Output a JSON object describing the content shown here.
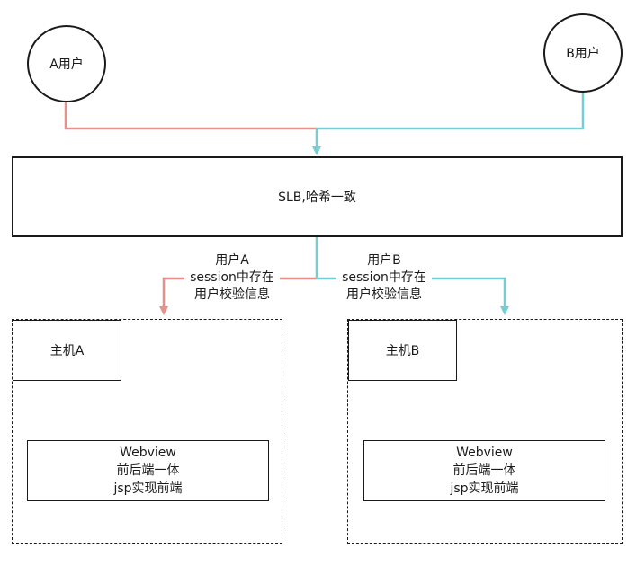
{
  "users": {
    "a": "A用户",
    "b": "B用户"
  },
  "slb": "SLB,哈希一致",
  "routes": {
    "a": [
      "用户A",
      "session中存在",
      "用户校验信息"
    ],
    "b": [
      "用户B",
      "session中存在",
      "用户校验信息"
    ]
  },
  "hosts": {
    "a": {
      "label": "主机A",
      "webview": [
        "Webview",
        "前后端一体",
        "jsp实现前端"
      ]
    },
    "b": {
      "label": "主机B",
      "webview": [
        "Webview",
        "前后端一体",
        "jsp实现前端"
      ]
    }
  },
  "colors": {
    "user_a_route": "#e8908a",
    "user_b_route": "#73cfd4",
    "stroke": "#1a1a1a"
  }
}
